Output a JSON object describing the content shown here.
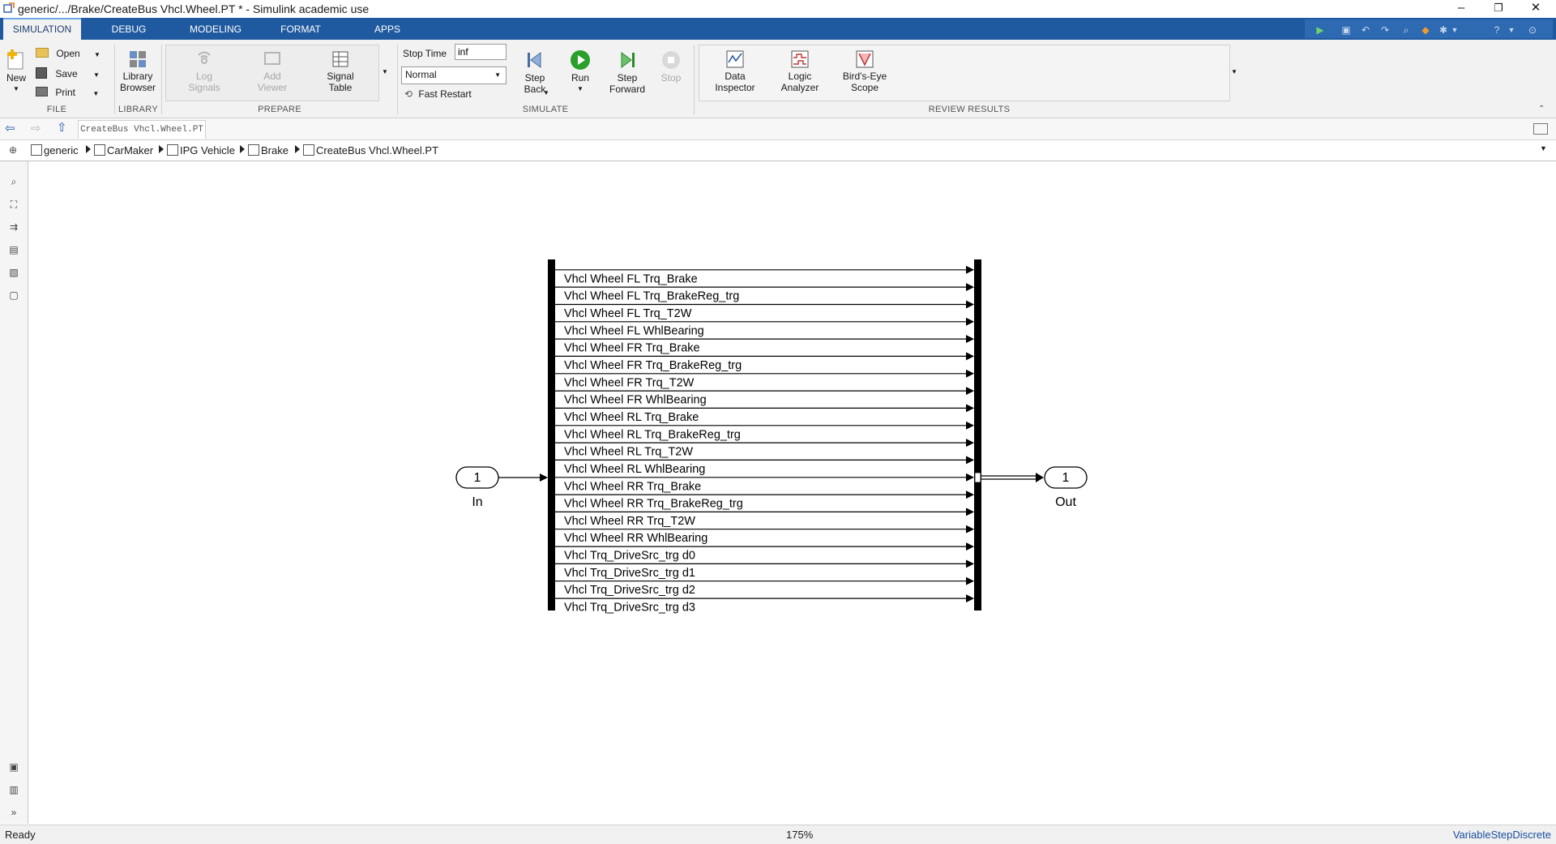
{
  "window": {
    "title": "generic/.../Brake/CreateBus Vhcl.Wheel.PT * - Simulink academic use",
    "minimize_glyph": "–",
    "restore_glyph": "❐",
    "close_glyph": "✕"
  },
  "tabs": [
    "SIMULATION",
    "DEBUG",
    "MODELING",
    "FORMAT",
    "APPS"
  ],
  "ribbon": {
    "file": {
      "new_label": "New",
      "open_label": "Open",
      "save_label": "Save",
      "print_label": "Print",
      "section": "FILE"
    },
    "library": {
      "browser_label_1": "Library",
      "browser_label_2": "Browser",
      "section": "LIBRARY"
    },
    "prepare": {
      "log_signals_1": "Log",
      "log_signals_2": "Signals",
      "add_viewer_1": "Add",
      "add_viewer_2": "Viewer",
      "signal_table_1": "Signal",
      "signal_table_2": "Table",
      "section": "PREPARE"
    },
    "simulate": {
      "stop_time_label": "Stop Time",
      "stop_time_value": "inf",
      "mode_value": "Normal",
      "fast_restart_label": "Fast Restart",
      "step_back_1": "Step",
      "step_back_2": "Back",
      "run_label": "Run",
      "step_forward_1": "Step",
      "step_forward_2": "Forward",
      "stop_label": "Stop",
      "section": "SIMULATE"
    },
    "review": {
      "data_inspector_1": "Data",
      "data_inspector_2": "Inspector",
      "logic_analyzer_1": "Logic",
      "logic_analyzer_2": "Analyzer",
      "birds_eye_1": "Bird's-Eye",
      "birds_eye_2": "Scope",
      "section": "REVIEW RESULTS"
    }
  },
  "nav": {
    "model_tab": "CreateBus Vhcl.Wheel.PT"
  },
  "breadcrumb": [
    "generic",
    "CarMaker",
    "IPG Vehicle",
    "Brake",
    "CreateBus Vhcl.Wheel.PT"
  ],
  "diagram": {
    "inport_number": "1",
    "inport_label": "In",
    "outport_number": "1",
    "outport_label": "Out",
    "signals": [
      "Vhcl Wheel FL Trq_Brake",
      "Vhcl Wheel FL Trq_BrakeReg_trg",
      "Vhcl Wheel FL Trq_T2W",
      "Vhcl Wheel FL WhlBearing",
      "Vhcl Wheel FR Trq_Brake",
      "Vhcl Wheel FR Trq_BrakeReg_trg",
      "Vhcl Wheel FR Trq_T2W",
      "Vhcl Wheel FR WhlBearing",
      "Vhcl Wheel RL Trq_Brake",
      "Vhcl Wheel RL Trq_BrakeReg_trg",
      "Vhcl Wheel RL Trq_T2W",
      "Vhcl Wheel RL WhlBearing",
      "Vhcl Wheel RR Trq_Brake",
      "Vhcl Wheel RR Trq_BrakeReg_trg",
      "Vhcl Wheel RR Trq_T2W",
      "Vhcl Wheel RR WhlBearing",
      "Vhcl Trq_DriveSrc_trg d0",
      "Vhcl Trq_DriveSrc_trg d1",
      "Vhcl Trq_DriveSrc_trg d2",
      "Vhcl Trq_DriveSrc_trg d3"
    ]
  },
  "status": {
    "state": "Ready",
    "zoom": "175%",
    "solver": "VariableStepDiscrete"
  },
  "colors": {
    "tabstrip": "#1f5aa0",
    "run_green": "#2aa02a",
    "solver_link": "#1a4fa0"
  }
}
